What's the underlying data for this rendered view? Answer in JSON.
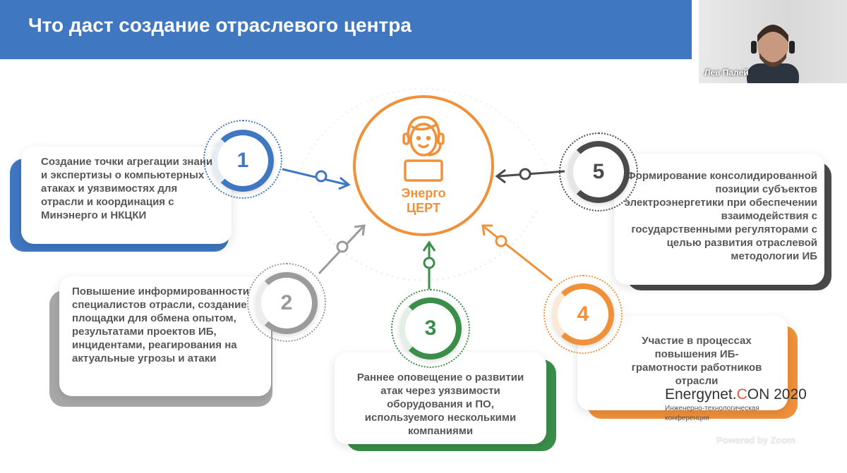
{
  "slide": {
    "title": "Что даст создание отраслевого центра",
    "center": {
      "line1": "Энерго",
      "line2": "ЦЕРТ"
    },
    "items": [
      {
        "number": "1",
        "text": "Создание точки агрегации знаний и экспертизы о компьютерных атаках и уязвимостях для отрасли и координация с Минэнерго и НКЦКИ",
        "color": "#3f77c0"
      },
      {
        "number": "2",
        "text": "Повышение информированности специалистов отрасли, создание площадки для обмена опытом, результатами проектов ИБ, инцидентами, реагирования на актуальные угрозы и атаки",
        "color": "#9b9b9b"
      },
      {
        "number": "3",
        "text": "Раннее оповещение о развитии атак через уязвимости оборудования и ПО, используемого несколькими компаниями",
        "color": "#3a8e4a"
      },
      {
        "number": "4",
        "text": "Участие в процессах повышения ИБ-грамотности работников отрасли",
        "color": "#f0913a"
      },
      {
        "number": "5",
        "text": "Формирование консолидированной позиции субъектов электроэнергетики при обеспечении взаимодействия с государственными регуляторами с целью развития отраслевой методологии ИБ",
        "color": "#4a4a4a"
      }
    ],
    "brand": {
      "name_part1": "Energynet.",
      "name_part2": "C",
      "name_part3": "ON 2020",
      "subtitle_line1": "Инженерно-технологическая",
      "subtitle_line2": "конференция"
    }
  },
  "video": {
    "participant_name": "Лев Палей"
  },
  "zoom_watermark": "Powered by Zoom"
}
